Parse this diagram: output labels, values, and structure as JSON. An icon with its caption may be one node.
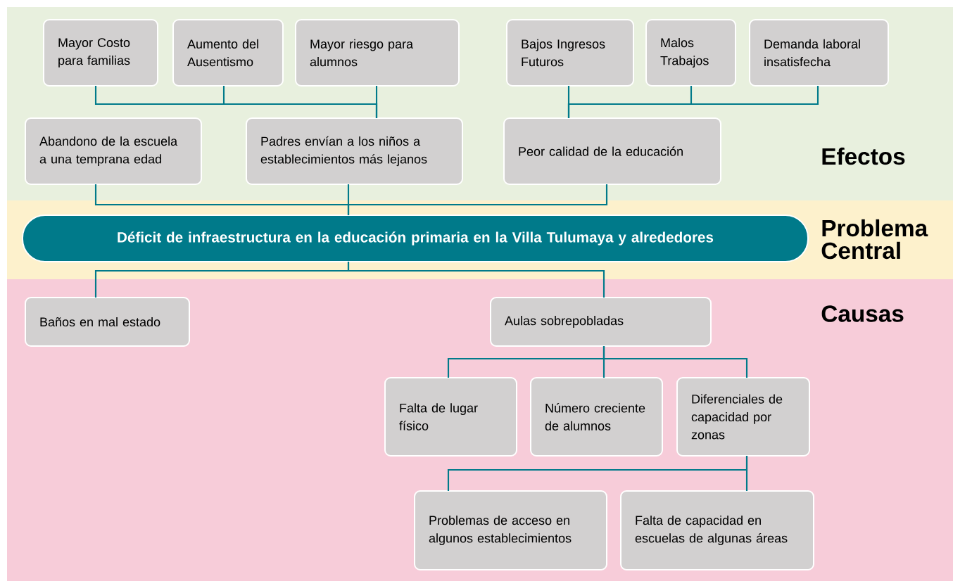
{
  "diagram": {
    "nodes": [
      {
        "text": [
          "Efectos"
        ]
      },
      {
        "text": [
          "Mayor Costo para familias"
        ],
        "in": 0
      },
      {
        "text": [
          "Aumento del Ausentismo"
        ],
        "in": 0
      },
      {
        "text": [
          "Mayor riesgo para alumnos"
        ],
        "in": 0
      },
      {
        "text": [
          "Bajos Ingresos Futuros"
        ],
        "in": 0
      },
      {
        "text": [
          "Malos Trabajos"
        ],
        "in": 0
      },
      {
        "text": [
          "Demanda laboral insatisfecha"
        ],
        "in": 0
      },
      {
        "text": [
          "Abandono de la escuela a una temprana edad"
        ],
        "in": 0
      },
      {
        "text": [
          "Padres envían a los niños a establecimientos más lejanos"
        ],
        "in": 0
      },
      {
        "text": [
          "Peor calidad de la educación"
        ],
        "in": 0
      },
      {
        "text": [
          "Problema Central"
        ]
      },
      {
        "text": [
          "Déficit de infraestructura en la educación primaria en la Villa Tulumaya y alrededores"
        ],
        "in": 10
      },
      {
        "text": [
          "Causas"
        ]
      },
      {
        "text": [
          "Baños en mal estado"
        ],
        "in": 12
      },
      {
        "text": [
          "Aulas sobrepobladas"
        ],
        "in": 12
      },
      {
        "text": [
          "Falta de lugar físico"
        ],
        "in": 12
      },
      {
        "text": [
          "Número creciente de alumnos"
        ],
        "in": 12
      },
      {
        "text": [
          "Diferenciales de capacidad por zonas"
        ],
        "in": 12
      },
      {
        "text": [
          "Problemas de acceso en algunos establecimientos"
        ],
        "in": 12
      },
      {
        "text": [
          "Falta de capacidad en escuelas de algunas áreas"
        ],
        "in": 12
      }
    ],
    "edges": [
      {
        "from": 8,
        "to": 1,
        "arrow": "none"
      },
      {
        "from": 8,
        "to": 2,
        "arrow": "none"
      },
      {
        "from": 8,
        "to": 3,
        "arrow": "none"
      },
      {
        "from": 9,
        "to": 4,
        "arrow": "none"
      },
      {
        "from": 9,
        "to": 5,
        "arrow": "none"
      },
      {
        "from": 9,
        "to": 6,
        "arrow": "none"
      },
      {
        "from": 11,
        "to": 7,
        "arrow": "none"
      },
      {
        "from": 11,
        "to": 8,
        "arrow": "none"
      },
      {
        "from": 11,
        "to": 9,
        "arrow": "none"
      },
      {
        "from": 13,
        "to": 11,
        "arrow": "none"
      },
      {
        "from": 14,
        "to": 11,
        "arrow": "none"
      },
      {
        "from": 15,
        "to": 14,
        "arrow": "none"
      },
      {
        "from": 16,
        "to": 14,
        "arrow": "none"
      },
      {
        "from": 17,
        "to": 14,
        "arrow": "none"
      },
      {
        "from": 18,
        "to": 17,
        "arrow": "none"
      },
      {
        "from": 19,
        "to": 17,
        "arrow": "none"
      }
    ]
  }
}
